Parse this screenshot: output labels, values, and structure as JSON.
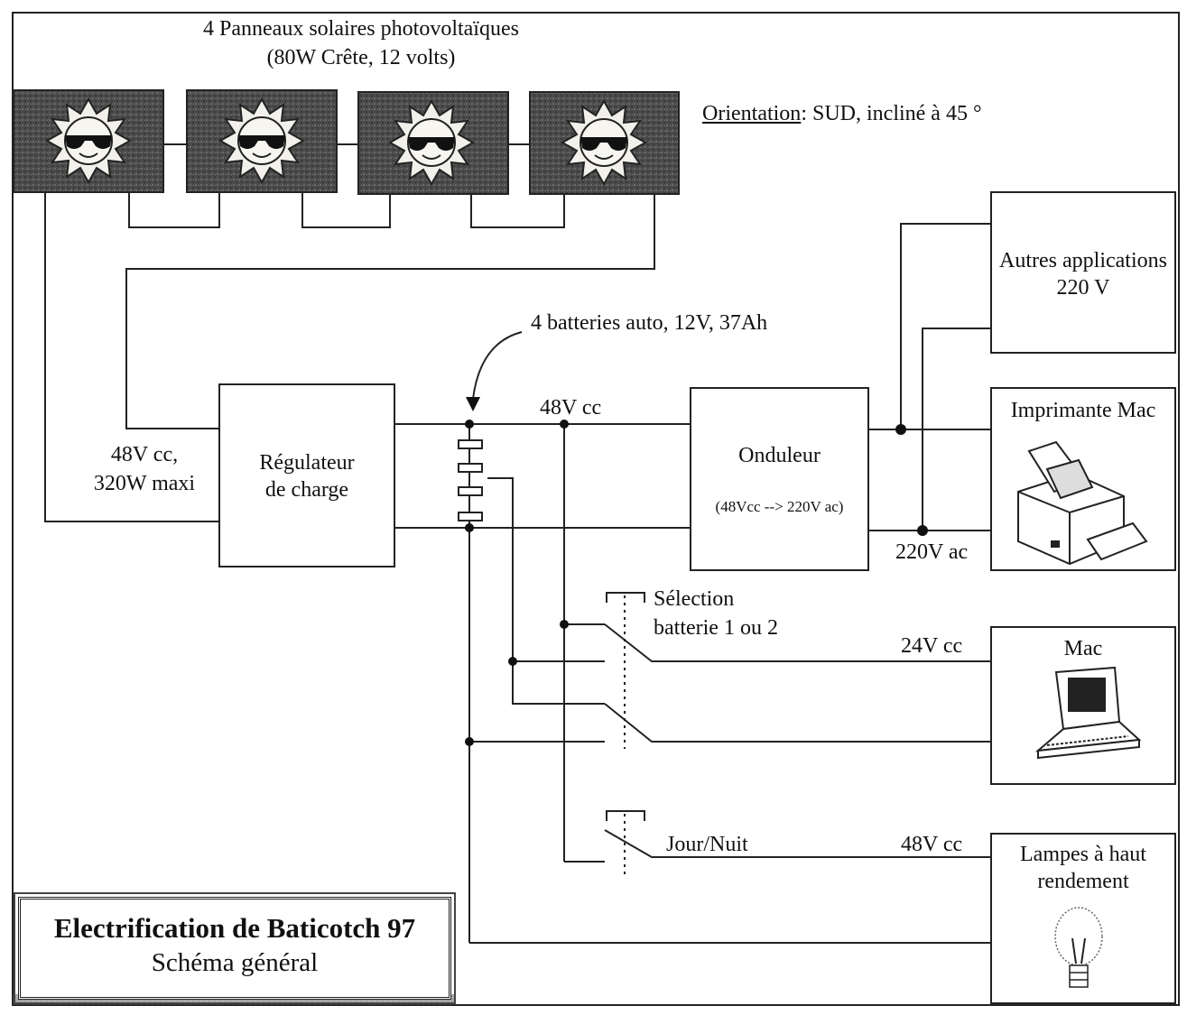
{
  "panels": {
    "title_line1": "4 Panneaux solaires photovoltaïques",
    "title_line2": "(80W Crête, 12 volts)",
    "orientation_label": "Orientation",
    "orientation_value": ": SUD, incliné à 45 °",
    "count": 4
  },
  "inputs": {
    "line1": "48V cc,",
    "line2": "320W maxi"
  },
  "regulator": {
    "line1": "Régulateur",
    "line2": "de charge"
  },
  "batteries": {
    "label": "4 batteries auto, 12V, 37Ah",
    "bus_label": "48V cc"
  },
  "inverter": {
    "title": "Onduleur",
    "subtitle": "(48Vcc --> 220V ac)",
    "output_label": "220V ac"
  },
  "loads": {
    "other_line1": "Autres applications",
    "other_line2": "220 V",
    "printer": "Imprimante Mac",
    "mac": "Mac",
    "mac_voltage": "24V cc",
    "lamps_line1": "Lampes à haut",
    "lamps_line2": "rendement",
    "lamps_voltage": "48V cc"
  },
  "switches": {
    "selection_line1": "Sélection",
    "selection_line2": "batterie 1 ou 2",
    "daynight": "Jour/Nuit"
  },
  "title": {
    "main": "Electrification de Baticotch 97",
    "sub": "Schéma général"
  },
  "colors": {
    "panel_fill": "#4a4a4a",
    "line": "#222222"
  }
}
